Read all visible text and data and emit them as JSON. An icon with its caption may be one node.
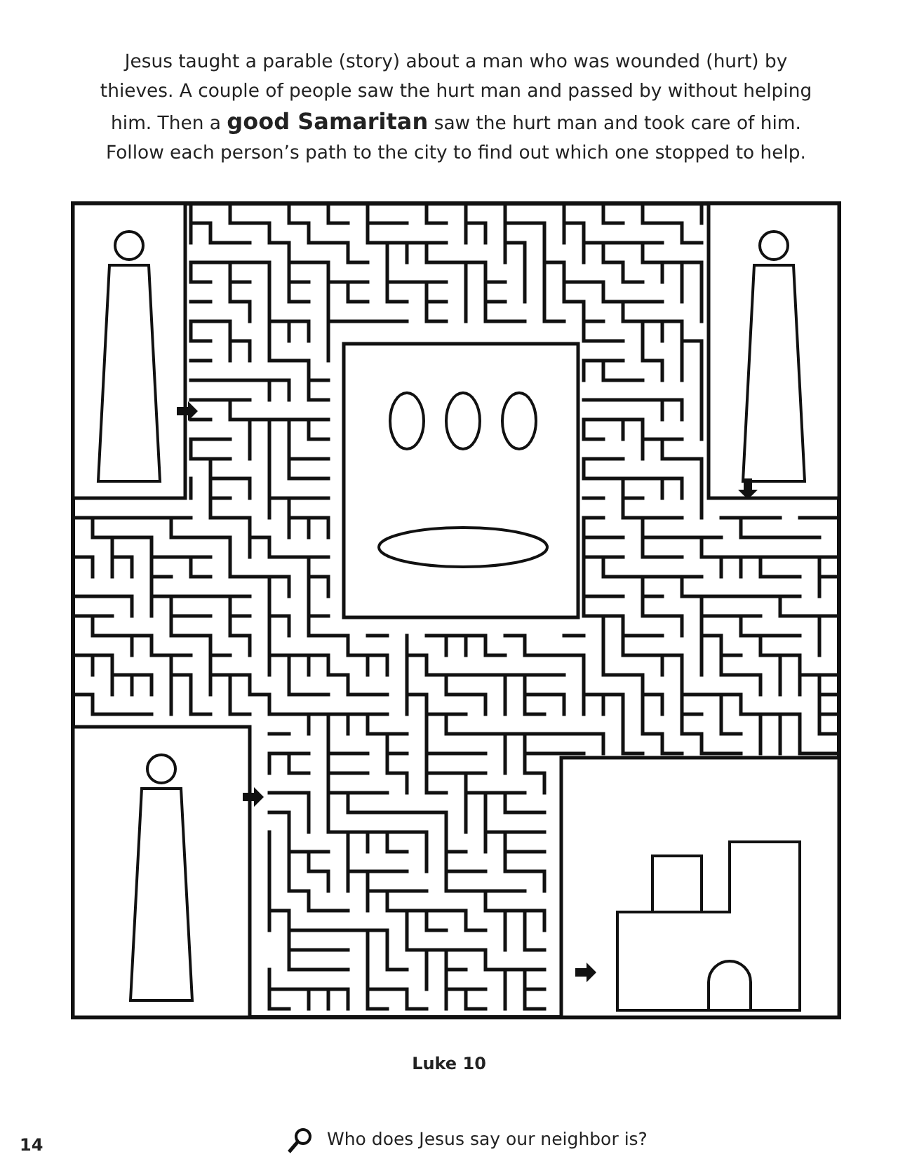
{
  "diagram": {
    "labels": [
      "Jesus taught a parable (story) about a man who was wounded (hurt) by thieves. A couple of people saw the hurt man and passed by without helping him. Then a **good Samaritan** saw the hurt man and took care of him. Follow each person’s path to the city to find out which one stopped to help.",
      "Luke 10",
      "Who does Jesus say our neighbor is?",
      "14"
    ]
  }
}
